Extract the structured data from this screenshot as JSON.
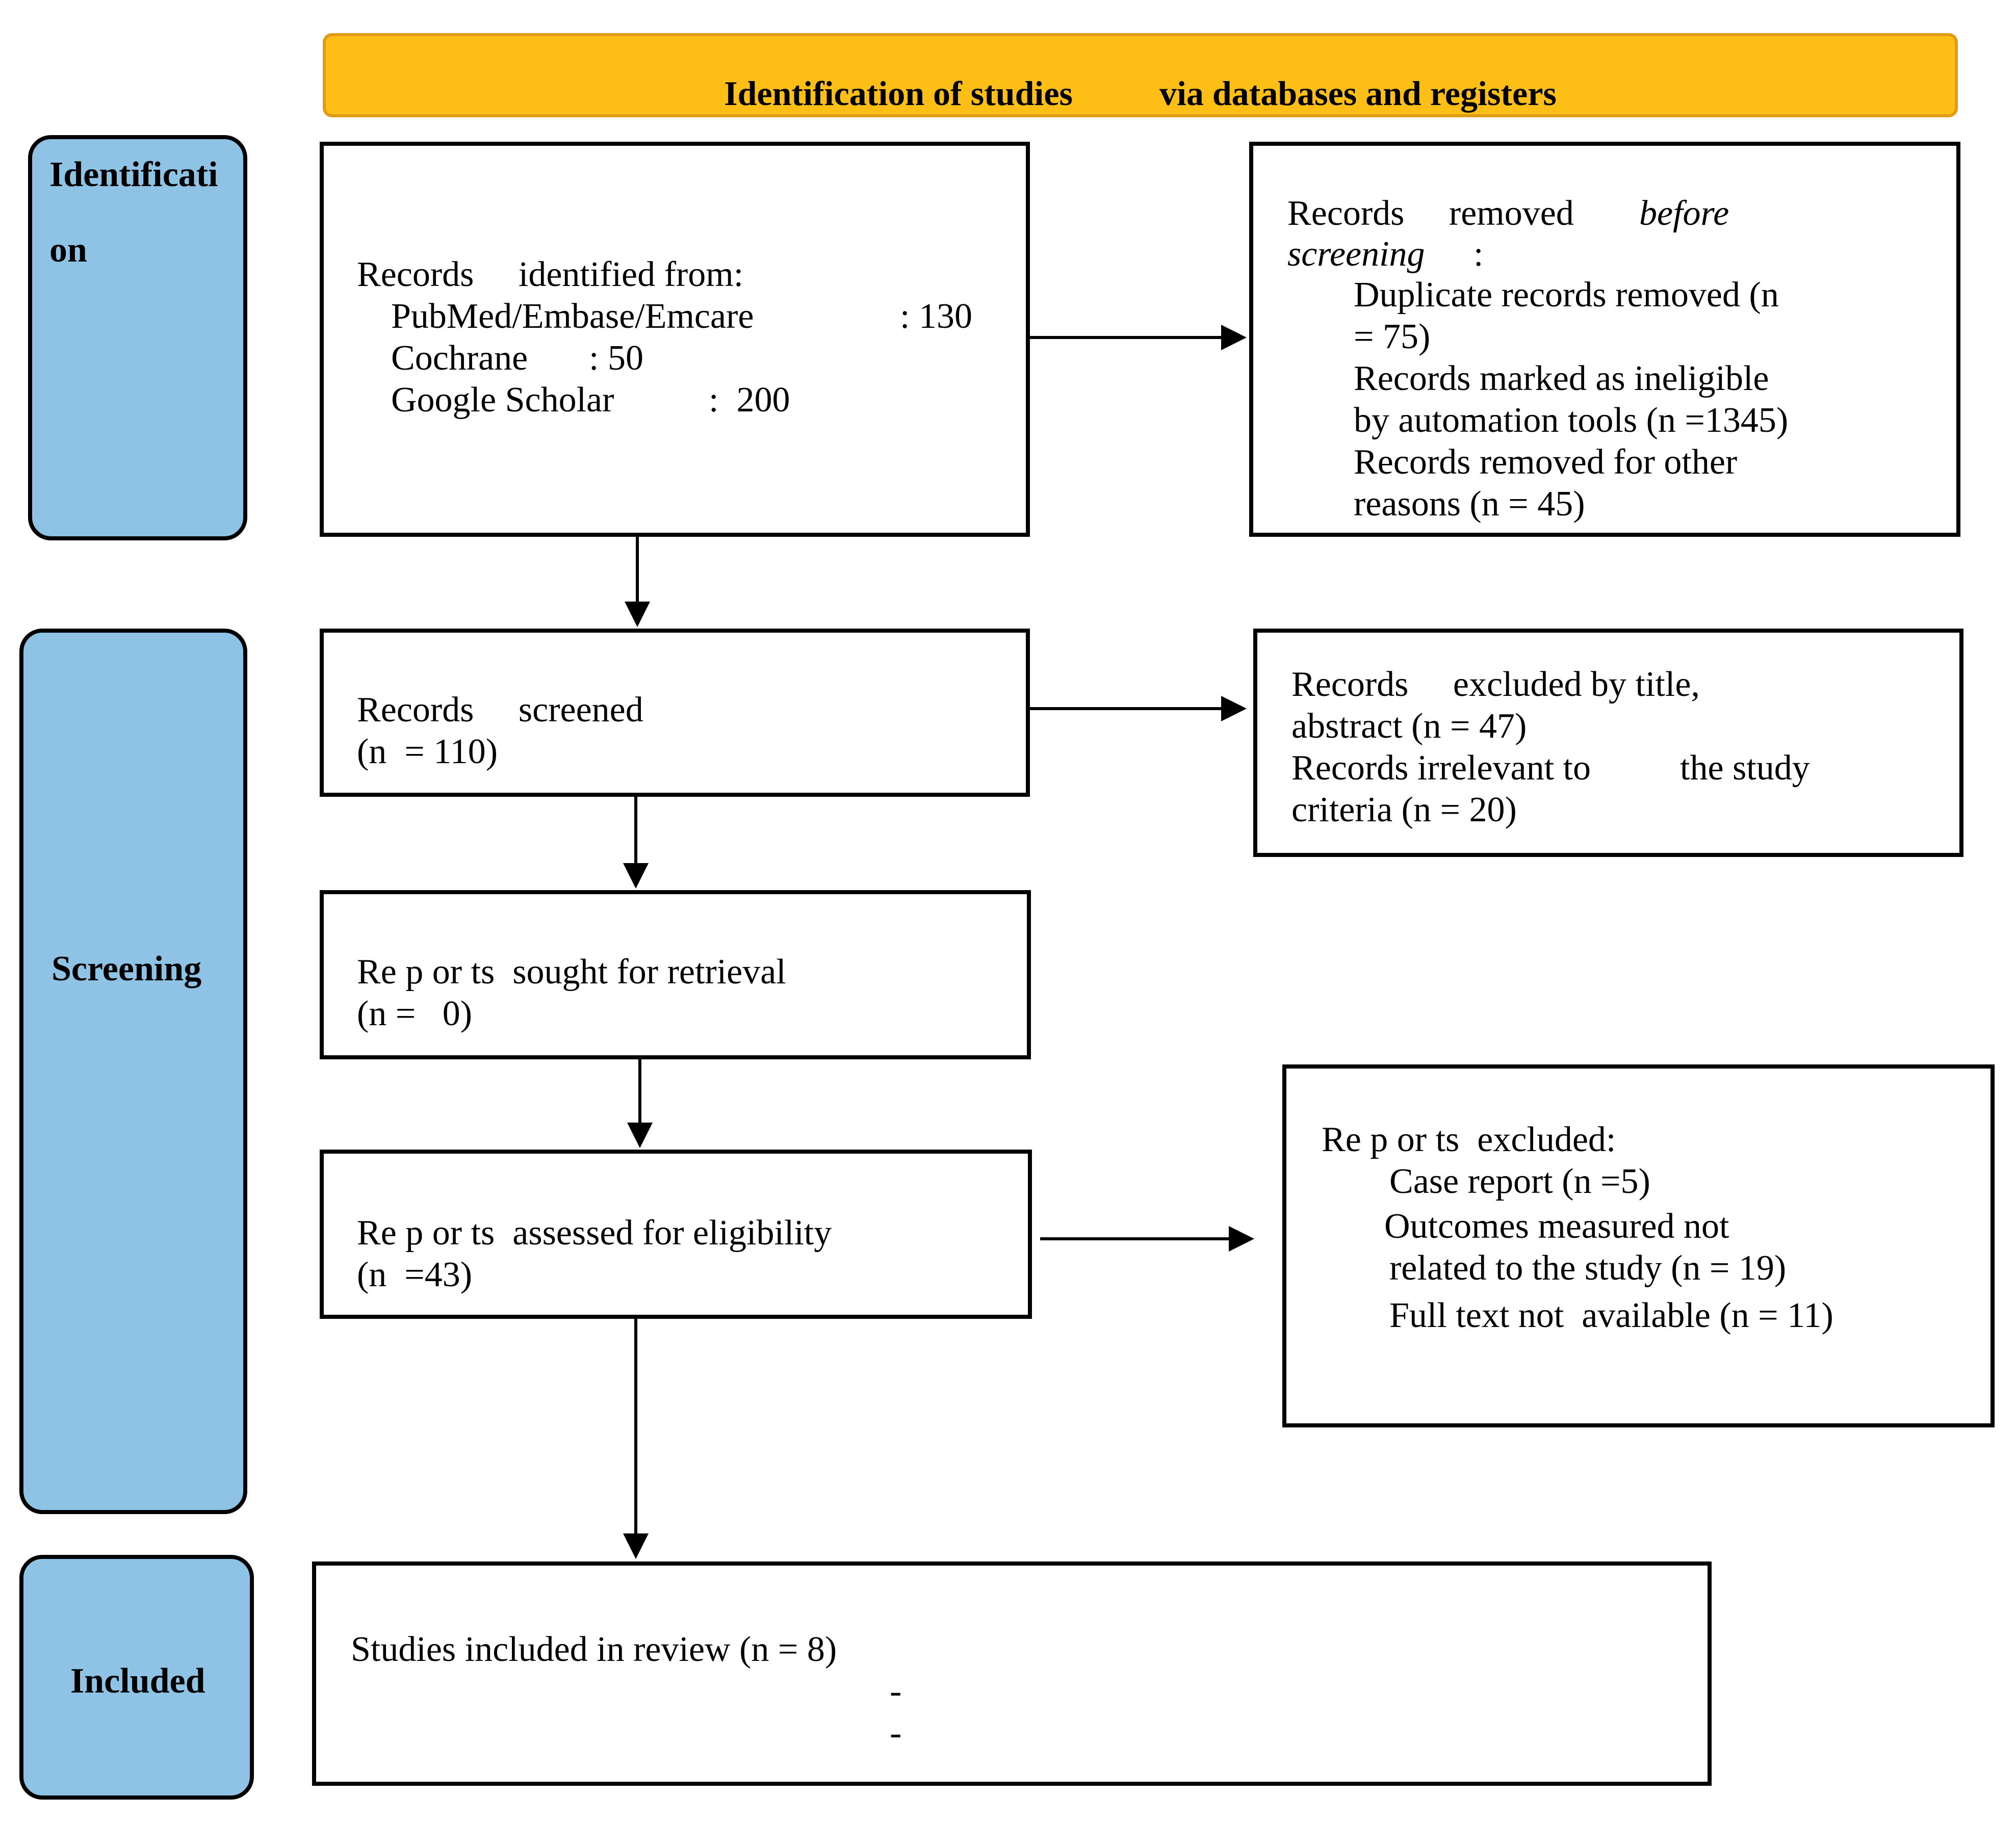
{
  "header": {
    "title": "Identification of studies          via databases and registers"
  },
  "phases": {
    "identification": [
      "Identificati",
      "on"
    ],
    "screening": "Screening",
    "included": "Included"
  },
  "identification": {
    "records_identified": {
      "heading": "Records     identified from:",
      "sources": [
        {
          "name": "PubMed/Embase/Emcare",
          "value": ": 130"
        },
        {
          "name": "Cochrane",
          "value": ": 50"
        },
        {
          "name": "Google Scholar",
          "value": ":  200"
        }
      ]
    },
    "removed_before_screening": {
      "heading_a": "Records     removed",
      "heading_b": "before",
      "heading_c": "screening",
      "heading_colon": ":",
      "lines": [
        "Duplicate records removed (n",
        "= 75)",
        "Records marked as ineligible",
        "by automation tools (n =1345)",
        "Records removed for other",
        "reasons (n = 45)"
      ]
    }
  },
  "screening": {
    "records_screened": {
      "label": "Records     screened",
      "count": "(n  = 110)"
    },
    "records_excluded": {
      "lines": [
        "Records     excluded by title,",
        "abstract (n = 47)",
        "Records irrelevant to          the study",
        "criteria (n = 20)"
      ]
    },
    "reports_sought": {
      "label": "Re p or ts  sought for retrieval",
      "count": "(n =   0)"
    },
    "reports_assessed": {
      "label": "Re p or ts  assessed for eligibility",
      "count": "(n  =43)"
    },
    "reports_excluded": {
      "heading": "Re p or ts  excluded:",
      "lines": [
        "Case report (n =5)",
        "Outcomes measured not",
        "related to the study (n = 19)",
        "Full text not  available (n = 11)"
      ]
    }
  },
  "included": {
    "studies_included": "Studies included in review (n = 8)",
    "dashes": [
      "-",
      "-"
    ]
  },
  "colors": {
    "header_fill": "#FDBE16",
    "header_border": "#E39A14",
    "phase_fill": "#8EC3E6",
    "line": "#000000"
  }
}
